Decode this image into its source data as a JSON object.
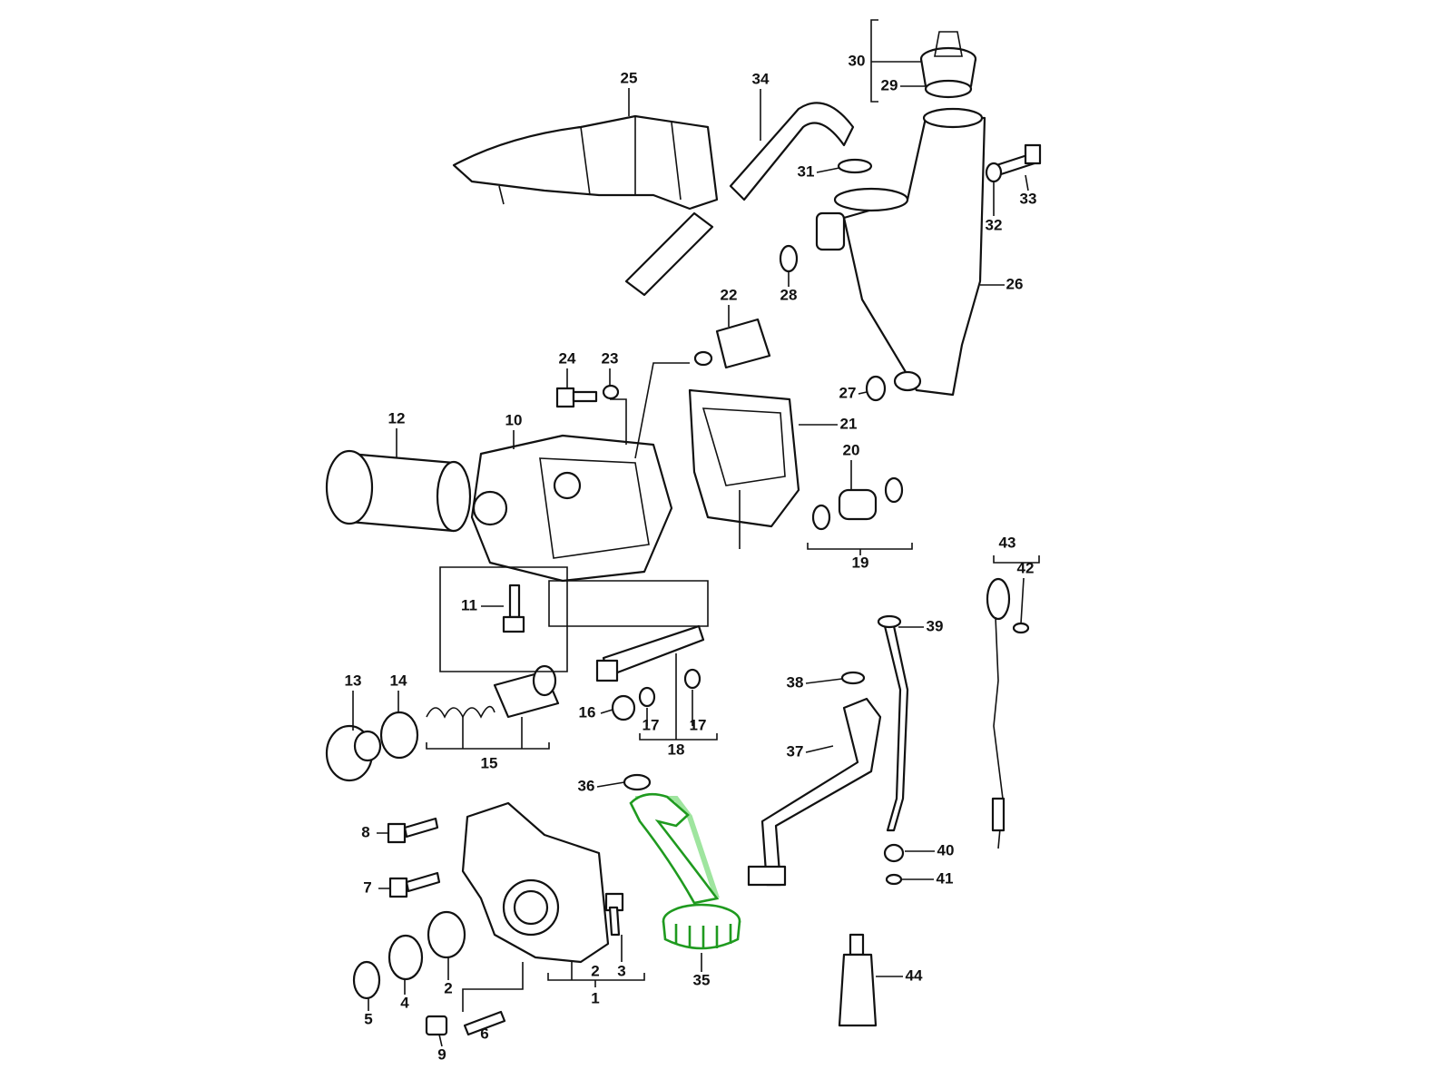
{
  "diagram": {
    "type": "exploded parts diagram",
    "highlight_color": "#1f9a1f",
    "highlighted_part": "35",
    "callouts": {
      "c25": "25",
      "c34": "34",
      "c30": "30",
      "c29": "29",
      "c31": "31",
      "c33": "33",
      "c32": "32",
      "c28": "28",
      "c26": "26",
      "c22": "22",
      "c24": "24",
      "c23": "23",
      "c27": "27",
      "c21": "21",
      "c12": "12",
      "c10": "10",
      "c20": "20",
      "c19": "19",
      "c43": "43",
      "c42": "42",
      "c11": "11",
      "c39": "39",
      "c13": "13",
      "c14": "14",
      "c38": "38",
      "c16": "16",
      "c17a": "17",
      "c17b": "17",
      "c18": "18",
      "c37": "37",
      "c15": "15",
      "c36": "36",
      "c8": "8",
      "c40": "40",
      "c7": "7",
      "c41": "41",
      "c3": "3",
      "c2a": "2",
      "c1": "1",
      "c35": "35",
      "c44": "44",
      "c2b": "2",
      "c4": "4",
      "c5": "5",
      "c6": "6",
      "c9": "9"
    }
  }
}
